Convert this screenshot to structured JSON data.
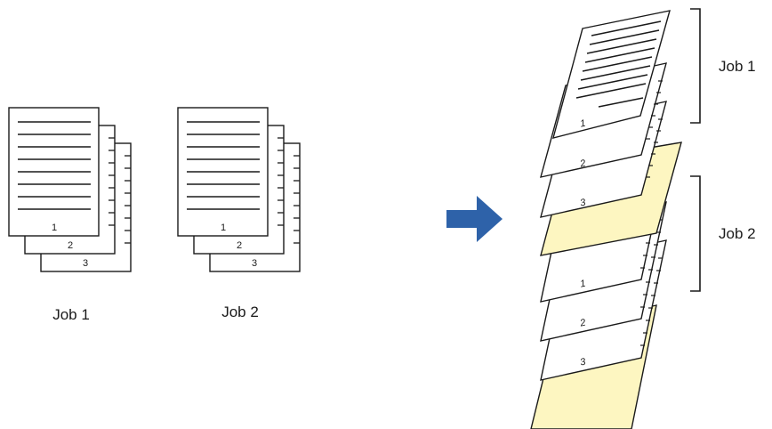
{
  "left_stacks": [
    {
      "label": "Job 1",
      "page_numbers": [
        "1",
        "2",
        "3"
      ]
    },
    {
      "label": "Job 2",
      "page_numbers": [
        "1",
        "2",
        "3"
      ]
    }
  ],
  "output_stack": {
    "job_brackets": [
      {
        "label": "Job 1"
      },
      {
        "label": "Job 2"
      }
    ],
    "sheets": [
      {
        "kind": "page",
        "number": "1",
        "job": "Job 1"
      },
      {
        "kind": "page",
        "number": "2",
        "job": "Job 1"
      },
      {
        "kind": "page",
        "number": "3",
        "job": "Job 1"
      },
      {
        "kind": "separator",
        "job": "Job 1"
      },
      {
        "kind": "page",
        "number": "1",
        "job": "Job 2"
      },
      {
        "kind": "page",
        "number": "2",
        "job": "Job 2"
      },
      {
        "kind": "page",
        "number": "3",
        "job": "Job 2"
      },
      {
        "kind": "separator",
        "job": "Job 2"
      }
    ]
  },
  "colors": {
    "arrow": "#2e62a9",
    "separator_sheet": "#fdf6c1",
    "page": "#ffffff",
    "stroke": "#1a1a1a"
  }
}
